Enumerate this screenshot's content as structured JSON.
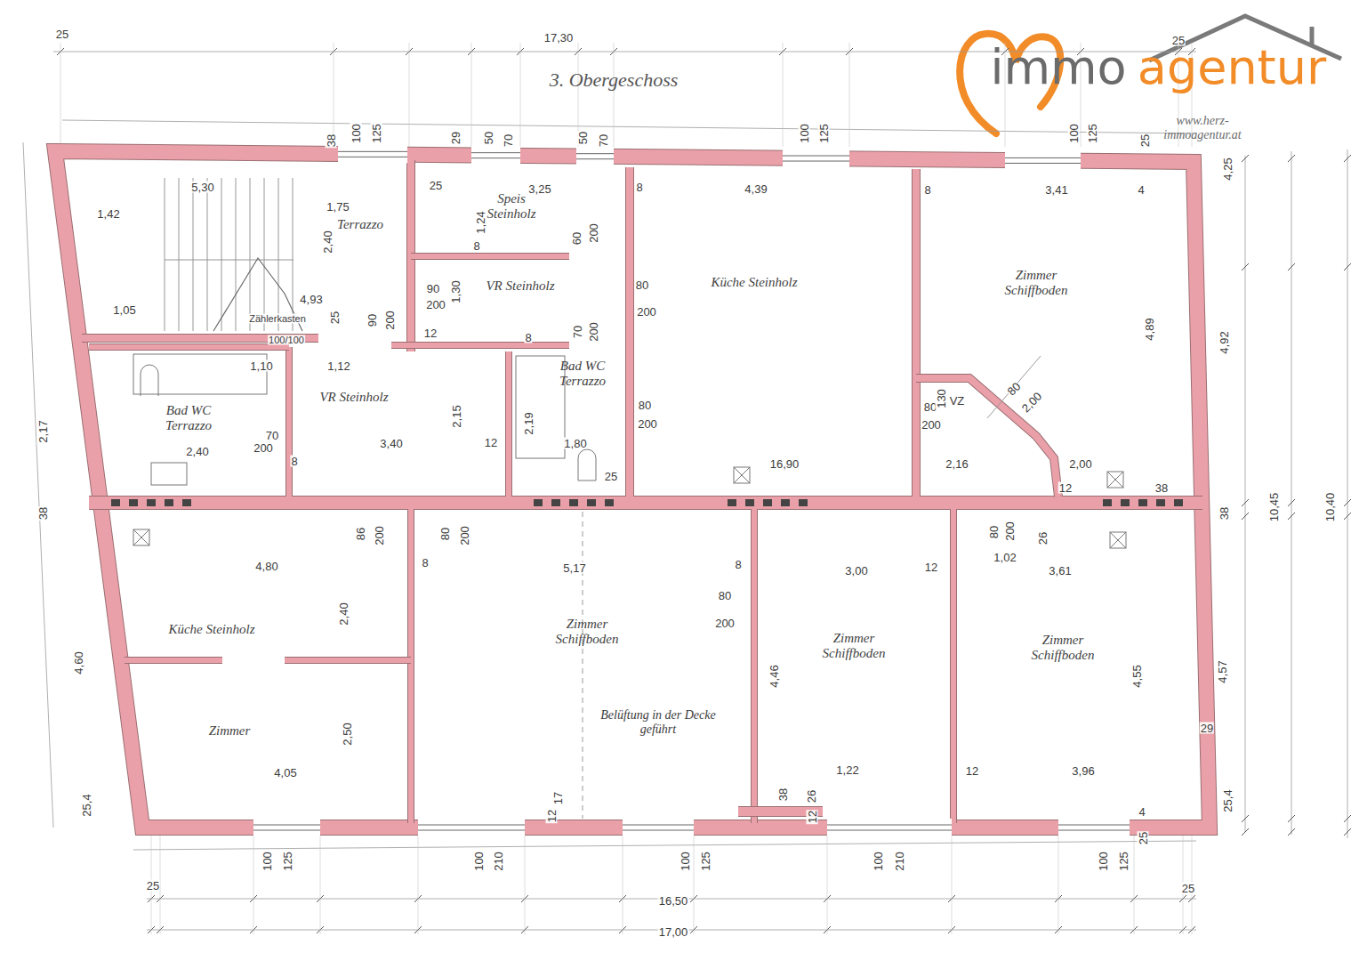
{
  "diagram": {
    "title": "3. Obergeschoss",
    "nodes": [
      {
        "text": [
          "Speis Steinholz"
        ]
      },
      {
        "text": [
          "VR Steinholz"
        ]
      },
      {
        "text": [
          "Küche Steinholz"
        ]
      },
      {
        "text": [
          "Zimmer Schiffboden"
        ]
      },
      {
        "text": [
          "Terrazzo"
        ]
      },
      {
        "text": [
          "Bad WC Terrazzo"
        ]
      },
      {
        "text": [
          "VR Steinholz"
        ]
      },
      {
        "text": [
          "Bad WC Terrazzo"
        ]
      },
      {
        "text": [
          "Küche Steinholz"
        ]
      },
      {
        "text": [
          "Zimmer"
        ]
      },
      {
        "text": [
          "Zimmer Schiffboden"
        ]
      },
      {
        "text": [
          "Zimmer Schiffboden"
        ]
      },
      {
        "text": [
          "Zimmer Schiffboden"
        ]
      }
    ],
    "labels": [
      "immo",
      "agentur",
      "www.herz-immoagentur.at",
      "25",
      "17,30",
      "25",
      "38",
      "100",
      "125",
      "29",
      "50",
      "70",
      "50",
      "70",
      "100",
      "125",
      "100",
      "125",
      "25",
      "4,25",
      "5,30",
      "1,42",
      "1,75",
      "2,40",
      "25",
      "3,25",
      "1,24",
      "8",
      "60",
      "200",
      "8",
      "4,39",
      "8",
      "3,41",
      "4",
      "4,89",
      "4,92",
      "1,05",
      "4,93",
      "Zählerkasten",
      "25",
      "90",
      "200",
      "90",
      "200",
      "1,30",
      "80",
      "200",
      "70",
      "200",
      "12",
      "8",
      "100/100",
      "1,10",
      "1,12",
      "2,40",
      "70",
      "200",
      "8",
      "3,40",
      "2,15",
      "12",
      "2,19",
      "1,80",
      "25",
      "80",
      "200",
      "16,90",
      "80",
      "200",
      "130",
      "VZ",
      "80",
      "2,00",
      "2,16",
      "2,00",
      "12",
      "38",
      "2,17",
      "38",
      "4,80",
      "86",
      "200",
      "2,40",
      "8",
      "80",
      "200",
      "5,17",
      "8",
      "80",
      "200",
      "3,00",
      "12",
      "80",
      "200",
      "1,02",
      "26",
      "3,61",
      "38",
      "10,45",
      "10,40",
      "4,60",
      "4,46",
      "4,55",
      "4,57",
      "Belüftung in der Decke geführt",
      "2,50",
      "4,05",
      "1,22",
      "12",
      "3,96",
      "29",
      "38",
      "26",
      "17",
      "12",
      "12",
      "4",
      "25",
      "25,4",
      "25,4",
      "100",
      "125",
      "100",
      "210",
      "100",
      "125",
      "100",
      "210",
      "100",
      "125",
      "25",
      "25",
      "16,50",
      "17,00"
    ]
  }
}
